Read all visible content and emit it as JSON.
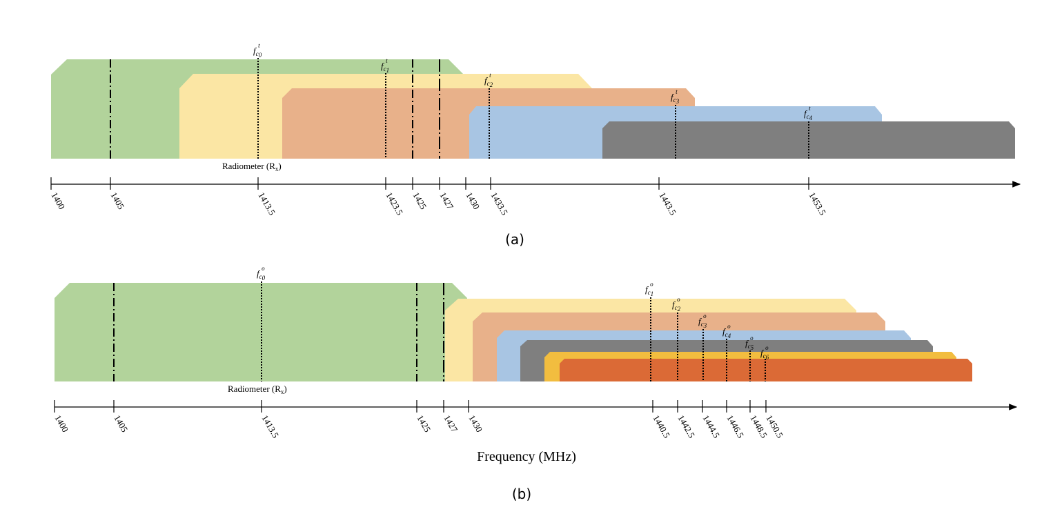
{
  "colors": {
    "green": "#b2d39b",
    "yellow": "#fbe6a4",
    "salmon": "#e8b18a",
    "blue": "#a8c5e3",
    "gray": "#7f7f7f",
    "gold": "#f2bd3f",
    "orange": "#db6a36"
  },
  "panels": [
    {
      "caption": "(a)",
      "radiometer_label": "Radiometer (R",
      "radiometer_sub": "x",
      "axis_title": "",
      "ticks": [
        "1400",
        "1405",
        "1413.5",
        "1423.5",
        "1425",
        "1427",
        "1430",
        "1433.5",
        "1443.5",
        "1453.5"
      ],
      "centers": [
        {
          "sup": "t",
          "sub": "0"
        },
        {
          "sup": "t",
          "sub": "1"
        },
        {
          "sup": "t",
          "sub": "2"
        },
        {
          "sup": "t",
          "sub": "3"
        },
        {
          "sup": "t",
          "sub": "4"
        }
      ]
    },
    {
      "caption": "(b)",
      "radiometer_label": "Radiometer (R",
      "radiometer_sub": "x",
      "axis_title": "Frequency (MHz)",
      "ticks": [
        "1400",
        "1405",
        "1413.5",
        "1425",
        "1427",
        "1430",
        "1440.5",
        "1442.5",
        "1444.5",
        "1446.5",
        "1448.5",
        "1450.5"
      ],
      "centers": [
        {
          "sup": "o",
          "sub": "0"
        },
        {
          "sup": "o",
          "sub": "1"
        },
        {
          "sup": "o",
          "sub": "2"
        },
        {
          "sup": "o",
          "sub": "3"
        },
        {
          "sup": "o",
          "sub": "4"
        },
        {
          "sup": "o",
          "sub": "5"
        },
        {
          "sup": "o",
          "sub": "6"
        }
      ]
    }
  ]
}
